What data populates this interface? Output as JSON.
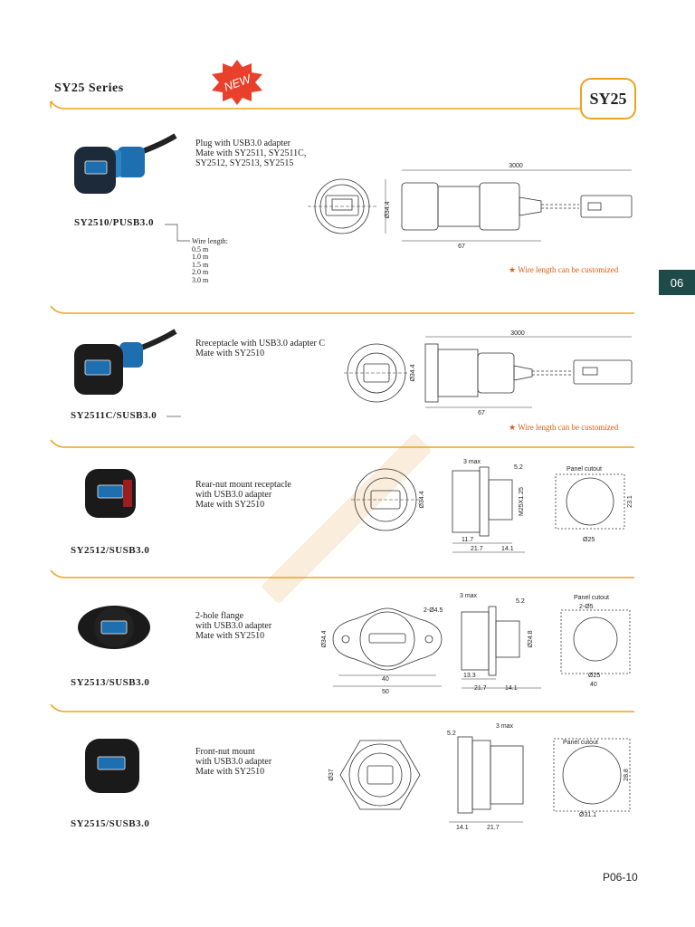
{
  "header": {
    "series_title": "SY25  Series",
    "new_badge": "NEW",
    "series_box": "SY25"
  },
  "chapter_tab": "06",
  "sections": [
    {
      "part_no": "SY2510/PUSB3.0",
      "description": [
        "Plug with USB3.0  adapter",
        "Mate with SY2511,  SY2511C,",
        "SY2512, SY2513, SY2515"
      ],
      "wire_length_label": "Wire length:",
      "wire_lengths": [
        "0.5 m",
        "1.0 m",
        "1.5 m",
        "2.0 m",
        "3.0 m"
      ],
      "dims": {
        "total": "3000",
        "body": "67",
        "dia": "Ø34.4"
      },
      "custom_note": "Wire length can be customized"
    },
    {
      "part_no": "SY2511C/SUSB3.0",
      "description": [
        "Rreceptacle with USB3.0 adapter C",
        "Mate with SY2510"
      ],
      "dims": {
        "total": "3000",
        "body": "67",
        "dia": "Ø34.4"
      },
      "custom_note": "Wire length can be customized"
    },
    {
      "part_no": "SY2512/SUSB3.0",
      "description": [
        "Rear-nut mount receptacle",
        "with USB3.0 adapter",
        "Mate with SY2510"
      ],
      "dims": {
        "dia": "Ø34.4",
        "max": "3 max",
        "d52": "5.2",
        "thread": "M25X1.25",
        "d117": "11.7",
        "d217": "21.7",
        "d141": "14.1",
        "cutout_label": "Panel cutout",
        "cut_h": "23.1",
        "cut_d": "Ø25"
      }
    },
    {
      "part_no": "SY2513/SUSB3.0",
      "description": [
        "2-hole flange",
        "with USB3.0 adapter",
        "Mate with SY2510"
      ],
      "dims": {
        "dia": "Ø34.4",
        "holes": "2-Ø4.5",
        "w40": "40",
        "w50": "50",
        "max": "3 max",
        "d52": "5.2",
        "d248": "Ø24.8",
        "d133": "13.3",
        "d217": "21.7",
        "d141": "14.1",
        "cutout_label": "Panel cutout",
        "cut_holes": "2-Ø5",
        "cut_d": "Ø25",
        "cut_w": "40"
      }
    },
    {
      "part_no": "SY2515/SUSB3.0",
      "description": [
        "Front-nut mount",
        "with USB3.0 adapter",
        "Mate with SY2510"
      ],
      "dims": {
        "dia": "Ø37",
        "max": "3 max",
        "d52": "5.2",
        "d141": "14.1",
        "d217": "21.7",
        "cutout_label": "Panel cutout",
        "cut_h": "28.8",
        "cut_d": "Ø31.1"
      }
    }
  ],
  "page_number": "P06-10",
  "colors": {
    "accent": "#f0a020",
    "tab": "#1f4a4a",
    "note": "#e05a10"
  }
}
